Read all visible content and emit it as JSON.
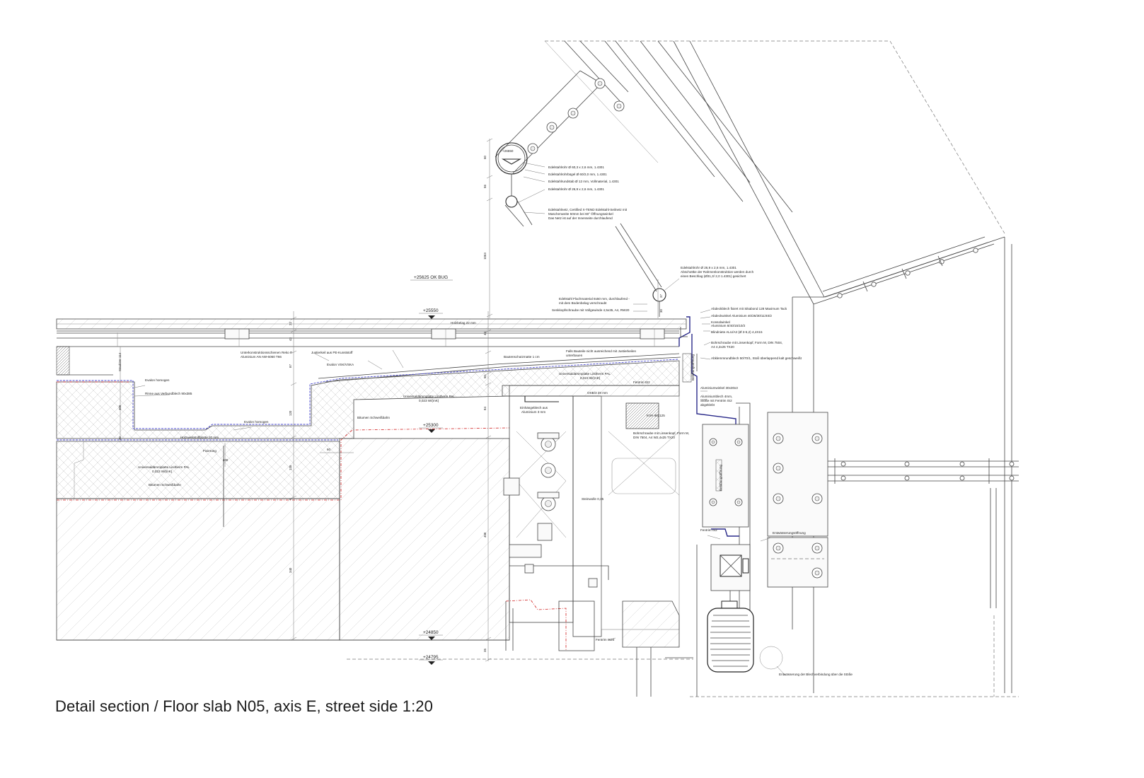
{
  "caption": "Detail section / Floor slab N05, axis E, street side 1:20",
  "levels": {
    "l26650": "+26650",
    "l25625": "+25625 OK BUG",
    "l25550": "+25550",
    "l25300": "+25300",
    "l24850": "+24850",
    "l24795": "+24795"
  },
  "dims": {
    "d60": "60",
    "d56": "56",
    "d1063": "1063",
    "d37": "37",
    "d30": "30",
    "d22": "22",
    "d43": "43",
    "d87": "87",
    "d43b": "43",
    "d50": "50",
    "d84": "84",
    "d400a": "400",
    "d120": "120",
    "d20": "20",
    "d400b": "400",
    "d135": "135",
    "d60b": "60",
    "d9": "9",
    "d450": "450",
    "d340": "340",
    "d35": "35",
    "d114": "Staubirer 114"
  },
  "annotations": {
    "a01": "Edelstahlrohr Ø 60,3 x 2,6 mm, 1.4301",
    "a02": "Edelstahlrohrbügel Ø 60/2,0 mm, 1.4301",
    "a03": "Edelstahlrundstab Ø 12 mm, Vollmaterial, 1.4301",
    "a04": "Edelstahlrohr Ø 26,9 x 2,6 mm, 1.4301",
    "a05": "Edelstahlnetz, Certified X-TEND Edelstahl-Seilnetz mit",
    "a06": "Maschenweite 50mm bei 60° Öffnungswinkel",
    "a07": "Das Netz ist auf der Innenseite durchlaufend",
    "a08": "Edelstahlrohr Ø 26,9 x 2,6 mm, 1.4301",
    "a09": "Abschottke der Rahmenkonstruktion werden durch",
    "a10": "einen Beschlag (Ø31,3/ 2,0 1.4301) gesichert",
    "a11": "Edelstahl Flachmaterial 8x50 mm, durchlaufend -",
    "a12": "mit dem Bodenbelag verschraubt",
    "a13": "Senkkopfschraube mit Vollgewinde 4,5x35, A4, RW20",
    "a14": "Abdeckblech fixiert mit Sikabond 128 Maximum Tack",
    "a15": "Abdeckwinkel Aluminium 40/26/30/11/40/2",
    "a16": "Konsolwinkel",
    "a17": "Aluminium 8/40/15/10/2",
    "a18": "Blindniete ALU/A2 (Ø 3-5,2) 4,4X15",
    "a19": "Bohrschraube mit Linsenkopf, Form M, DIN 7504,",
    "a20": "A4 4,2x25 TX20",
    "a21": "Abklemmrundblech 50/70/1, Stoß überlappend kalt geschweißt",
    "a22": "Holzbelag 22 mm",
    "a23": "Unterkonstruktionsschienen Reko P",
    "a24": "Aluminium AN AW-6060 T66",
    "a25": "Justierkeil aus PE-Kunststoff",
    "a26": "Evalon VSK/VSKA",
    "a27": "Bautenschutzmatte 1 cm",
    "a28": "Falls Bauteile nicht ausreichend mit Justierkeilen",
    "a29": "unterbauen",
    "a30": "Universaldämmplatte Linitherm PAL",
    "a31": "0,023 W/(mK)",
    "a32": "Fentrim IS2",
    "a33": "Evalon homogen",
    "a34": "Rinne aus Verbundblech 90x385",
    "a35": "Universaldämmplatte Linitherm PAL",
    "a36": "0,023 W/(mK)",
    "a37": "Bitumen Schweißbahn",
    "a38": "Evalon homogen",
    "a39": "Holzwerkstoffplatte 20 mm",
    "a40": "Fixierung",
    "a41": "Universaldämmplatte Linitherm PAL",
    "a42": "0,023 W/(mK)",
    "a43": "Bitumen Schweißbahn",
    "a44": "OSB/3 28 mm",
    "a45": "Einhängeblech aus",
    "a46": "Aluminium 3 mm",
    "a47": "KVH 95x125",
    "a48": "Bohrschraube mit Linsenkopf, Form M,",
    "a49": "DIN 7504, A4 W2,4x25 TX20",
    "a50": "Aluminiumwinkel 30x30x3",
    "a51": "Aluminiumblech 4mm,",
    "a52": "Stöße mit Fentrim IS2",
    "a53": "abgeklebt",
    "a54": "Steinwolle 0,35",
    "a55": "Fentrim IS2",
    "a56": "Entwässerungsöffnung",
    "a57": "Fentrim IS20",
    "a58": "Entwässerung der Blechverbindung über die Stöße",
    "v1": "Belüftungsöffnung",
    "v2": "Belüftungsöffnung"
  }
}
